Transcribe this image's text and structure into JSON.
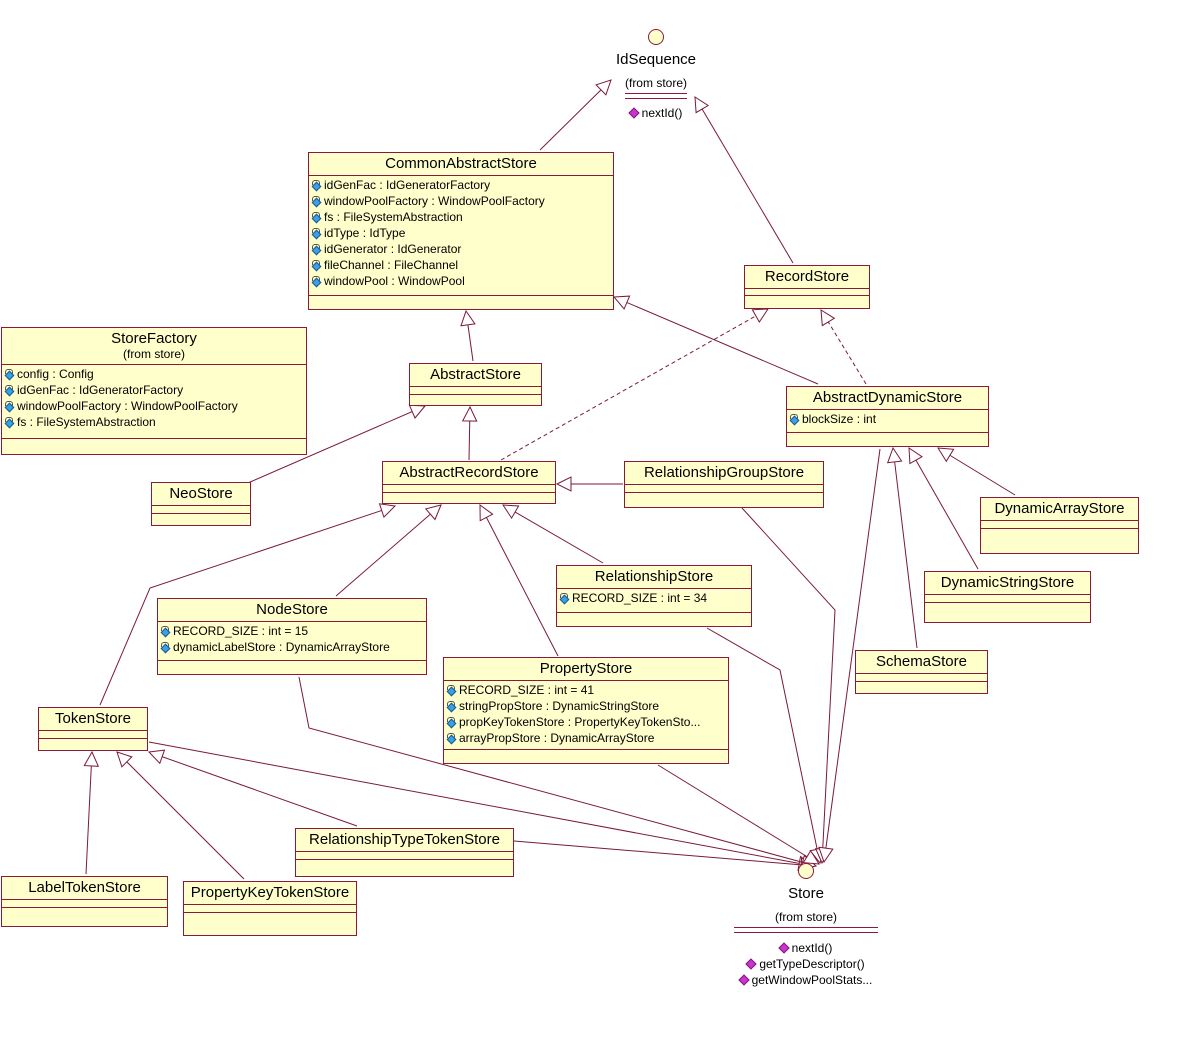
{
  "diagram": {
    "interfaces": {
      "id_sequence": {
        "name": "IdSequence",
        "from": "(from store)",
        "ops": [
          "nextId()"
        ]
      },
      "store": {
        "name": "Store",
        "from": "(from store)",
        "ops": [
          "nextId()",
          "getTypeDescriptor()",
          "getWindowPoolStats..."
        ]
      }
    },
    "classes": {
      "common_abstract_store": {
        "name": "CommonAbstractStore",
        "attrs": [
          "idGenFac : IdGeneratorFactory",
          "windowPoolFactory : WindowPoolFactory",
          "fs : FileSystemAbstraction",
          "idType : IdType",
          "idGenerator : IdGenerator",
          "fileChannel : FileChannel",
          "windowPool : WindowPool"
        ]
      },
      "record_store": {
        "name": "RecordStore"
      },
      "store_factory": {
        "name": "StoreFactory",
        "from": "(from store)",
        "attrs": [
          "config : Config",
          "idGenFac : IdGeneratorFactory",
          "windowPoolFactory : WindowPoolFactory",
          "fs : FileSystemAbstraction"
        ]
      },
      "abstract_store": {
        "name": "AbstractStore"
      },
      "abstract_dynamic_store": {
        "name": "AbstractDynamicStore",
        "attrs": [
          "blockSize : int"
        ]
      },
      "neo_store": {
        "name": "NeoStore"
      },
      "abstract_record_store": {
        "name": "AbstractRecordStore"
      },
      "relationship_group_store": {
        "name": "RelationshipGroupStore"
      },
      "dynamic_array_store": {
        "name": "DynamicArrayStore"
      },
      "relationship_store": {
        "name": "RelationshipStore",
        "attrs": [
          "RECORD_SIZE : int = 34"
        ]
      },
      "node_store": {
        "name": "NodeStore",
        "attrs": [
          "RECORD_SIZE : int = 15",
          "dynamicLabelStore : DynamicArrayStore"
        ]
      },
      "dynamic_string_store": {
        "name": "DynamicStringStore"
      },
      "property_store": {
        "name": "PropertyStore",
        "attrs": [
          "RECORD_SIZE : int = 41",
          "stringPropStore : DynamicStringStore",
          "propKeyTokenStore : PropertyKeyTokenSto...",
          "arrayPropStore : DynamicArrayStore"
        ]
      },
      "schema_store": {
        "name": "SchemaStore"
      },
      "token_store": {
        "name": "TokenStore"
      },
      "relationship_type_token_store": {
        "name": "RelationshipTypeTokenStore"
      },
      "label_token_store": {
        "name": "LabelTokenStore"
      },
      "property_key_token_store": {
        "name": "PropertyKeyTokenStore"
      }
    }
  },
  "colors": {
    "box_fill": "#ffffcc",
    "border": "#8b1a3a",
    "line": "#7a1a3a",
    "operation_icon": "#cc33cc",
    "attribute_icon": "#3aa0e8"
  }
}
